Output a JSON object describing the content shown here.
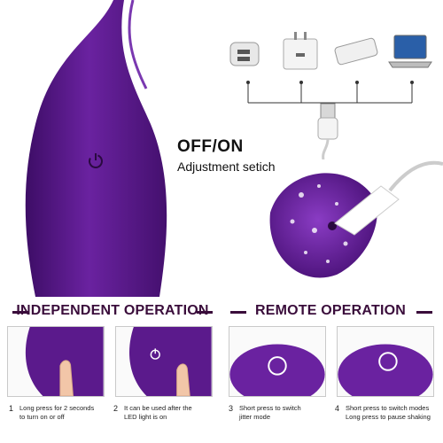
{
  "labels": {
    "off_on": "OFF/ON",
    "adjustment": "Adjustment setich"
  },
  "sections": {
    "independent": "INDEPENDENT OPERATION",
    "remote": "REMOTE OPERATION"
  },
  "steps": [
    {
      "num": "1",
      "line1": "Long press for 2 seconds",
      "line2": "to turn on or off"
    },
    {
      "num": "2",
      "line1": "It can be used after the",
      "line2": "LED light is on"
    },
    {
      "num": "3",
      "line1": "Short press to switch",
      "line2": "jitter mode"
    },
    {
      "num": "4",
      "line1": "Short press to switch modes",
      "line2": "Long press to pause shaking"
    }
  ],
  "icons": {
    "power": "power-icon",
    "car_charger": "car-charger-icon",
    "wall_adapter": "wall-adapter-icon",
    "power_bank": "power-bank-icon",
    "laptop": "laptop-icon",
    "usb_plug": "usb-plug-icon",
    "finger": "finger-icon"
  },
  "colors": {
    "device_purple": "#5b1a8c",
    "title_dark": "#3a0d3b",
    "skin": "#f2c6a8"
  }
}
